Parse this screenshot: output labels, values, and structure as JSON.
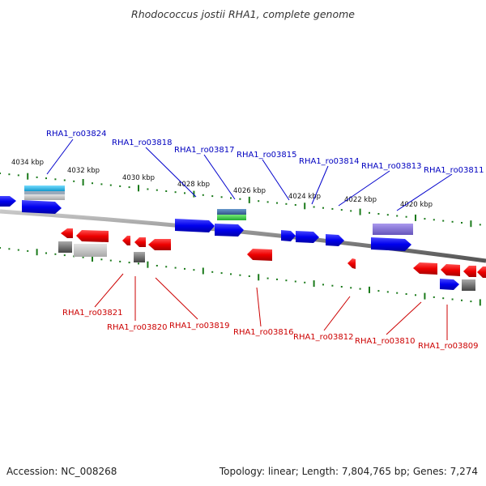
{
  "title": "Rhodococcus jostii RHA1, complete genome",
  "footer": {
    "accession": "Accession: NC_008268",
    "stats": "Topology: linear; Length: 7,804,765 bp; Genes: 7,274"
  },
  "scale_labels": [
    "4034 kbp",
    "4032 kbp",
    "4030 kbp",
    "4028 kbp",
    "4026 kbp",
    "4024 kbp",
    "4022 kbp",
    "4020 kbp"
  ],
  "top_gene_labels": [
    "RHA1_ro03824",
    "RHA1_ro03818",
    "RHA1_ro03817",
    "RHA1_ro03815",
    "RHA1_ro03814",
    "RHA1_ro03813",
    "RHA1_ro03811"
  ],
  "bottom_gene_labels": [
    "RHA1_ro03821",
    "RHA1_ro03820",
    "RHA1_ro03819",
    "RHA1_ro03816",
    "RHA1_ro03812",
    "RHA1_ro03810",
    "RHA1_ro03809"
  ],
  "colors": {
    "forward_strand": "#0000ee",
    "reverse_strand": "#ee0000",
    "top_label": "#0000c0",
    "bottom_label": "#cc0000",
    "tick": "#1a7a1a",
    "backbone": "#8a8a8a",
    "gene_cyan": "#22bbee",
    "gene_green": "#33cc44",
    "gene_purple": "#8877dd",
    "gene_gray": "#777777"
  }
}
